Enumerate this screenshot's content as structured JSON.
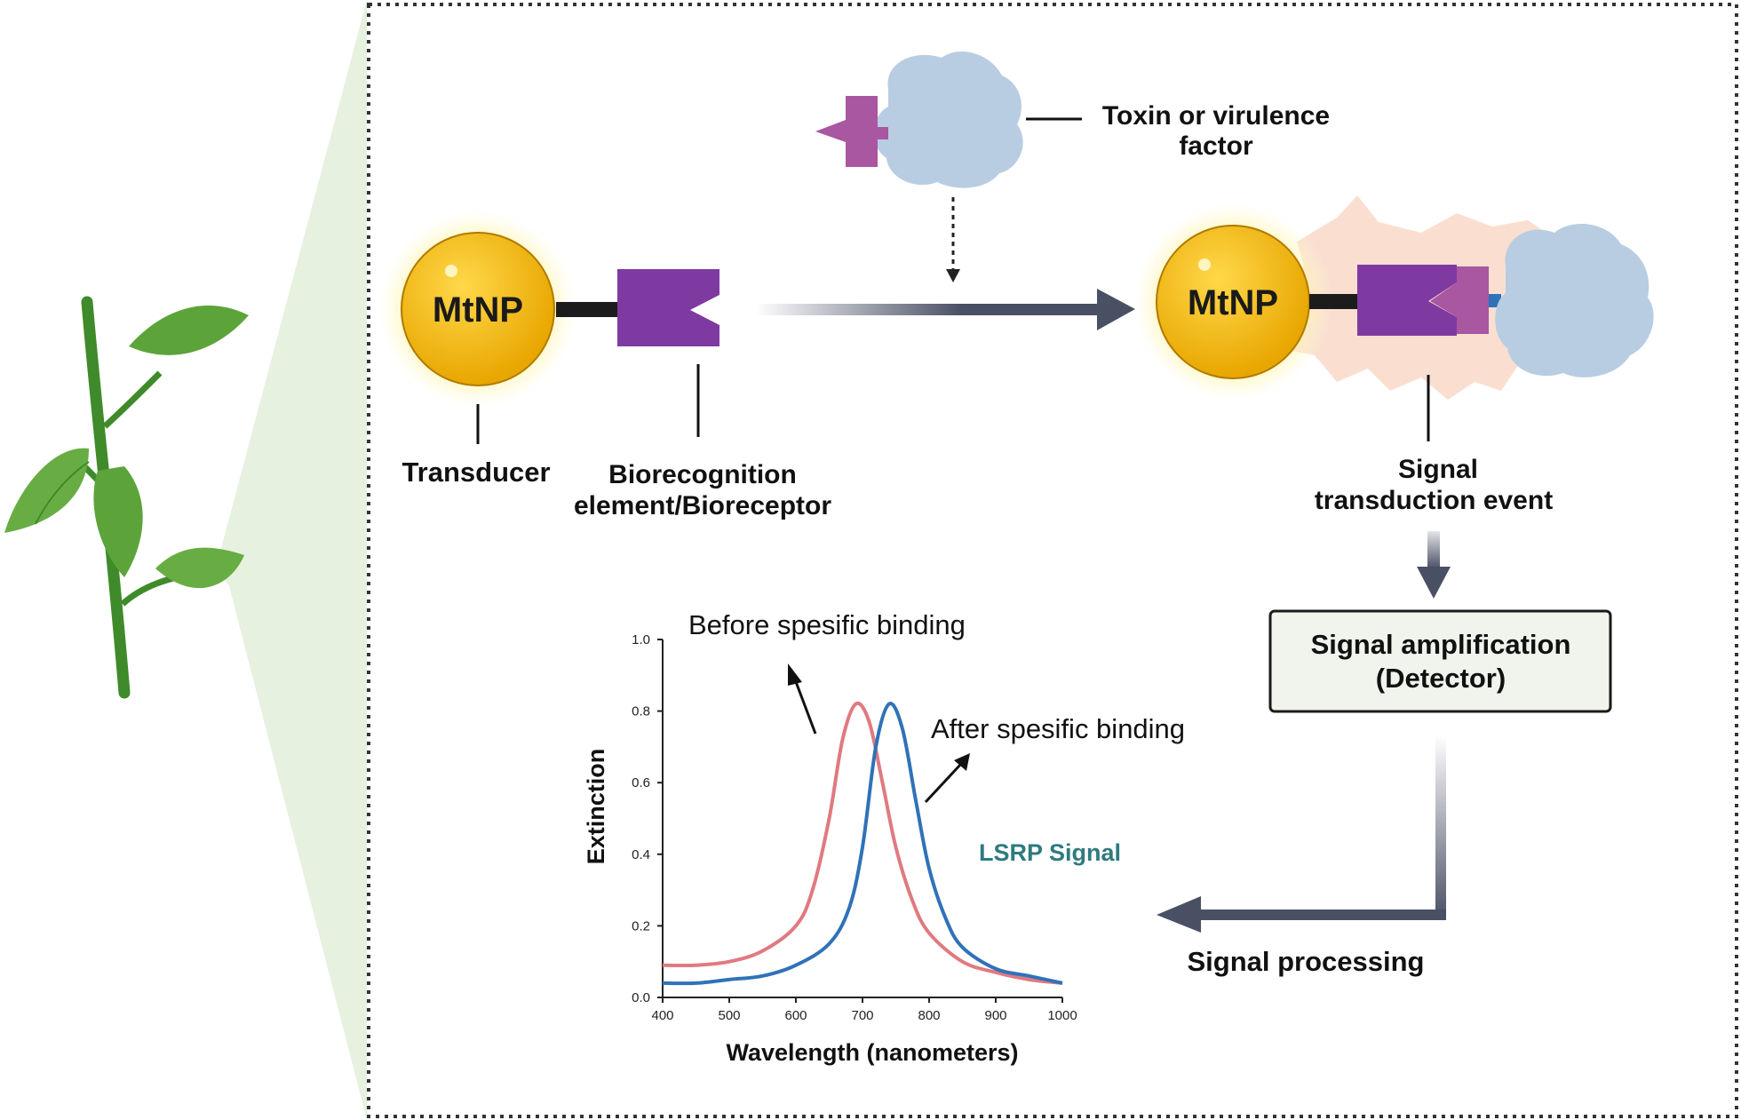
{
  "transducer": {
    "particle_label": "MtNP",
    "label": "Transducer"
  },
  "bioreceptor": {
    "label_line1": "Biorecognition",
    "label_line2": "element/Bioreceptor"
  },
  "toxin": {
    "label_line1": "Toxin or virulence",
    "label_line2": "factor"
  },
  "bound_complex": {
    "particle_label": "MtNP",
    "label_line1": "Signal",
    "label_line2": "transduction event"
  },
  "detector": {
    "line1": "Signal amplification",
    "line2": "(Detector)"
  },
  "processing": {
    "label": "Signal processing"
  },
  "annotations": {
    "before": "Before spesific binding",
    "after": "After spesific binding",
    "lsrp": "LSRP Signal"
  },
  "colors": {
    "before_curve": "#e07a80",
    "after_curve": "#2f72b8",
    "receptor": "#7f3aa2",
    "toxin_ligand": "#a857a0",
    "toxin_body": "#b8cde2",
    "nanoparticle": "#f2b60f",
    "lsrp_text": "#2f7a80",
    "arrow": "#4a5064",
    "border": "#333333"
  },
  "chart_data": {
    "type": "line",
    "xlabel": "Wavelength (nanometers)",
    "ylabel": "Extinction",
    "xlim": [
      400,
      1000
    ],
    "ylim": [
      0.0,
      1.0
    ],
    "xticks": [
      "400",
      "500",
      "600",
      "700",
      "800",
      "900",
      "1000"
    ],
    "yticks": [
      "0.0",
      "0.2",
      "0.4",
      "0.6",
      "0.8",
      "1.0"
    ],
    "grid": false,
    "series": [
      {
        "color": "#e07a80",
        "x": [
          400,
          450,
          500,
          550,
          600,
          625,
          650,
          670,
          690,
          710,
          730,
          750,
          775,
          800,
          850,
          900,
          950,
          1000
        ],
        "y": [
          0.09,
          0.09,
          0.1,
          0.13,
          0.2,
          0.3,
          0.5,
          0.72,
          0.82,
          0.77,
          0.6,
          0.42,
          0.27,
          0.18,
          0.1,
          0.07,
          0.05,
          0.04
        ]
      },
      {
        "color": "#2f72b8",
        "x": [
          400,
          450,
          500,
          550,
          600,
          650,
          680,
          700,
          720,
          740,
          760,
          780,
          800,
          825,
          850,
          900,
          950,
          1000
        ],
        "y": [
          0.04,
          0.04,
          0.05,
          0.06,
          0.09,
          0.15,
          0.25,
          0.42,
          0.7,
          0.82,
          0.75,
          0.55,
          0.36,
          0.22,
          0.14,
          0.08,
          0.06,
          0.04
        ]
      }
    ]
  }
}
